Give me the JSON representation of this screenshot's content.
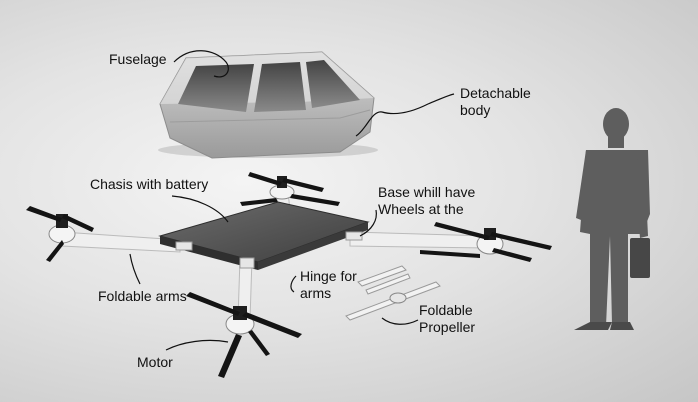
{
  "labels": {
    "fuselage": "Fuselage",
    "detachable_body_line1": "Detachable",
    "detachable_body_line2": "body",
    "chasis": "Chasis with battery",
    "base_line1": "Base whill have",
    "base_line2": "Wheels at the",
    "foldable_arms": "Foldable arms",
    "hinge_line1": "Hinge for",
    "hinge_line2": "arms",
    "foldable_propeller_line1": "Foldable",
    "foldable_propeller_line2": "Propeller",
    "motor": "Motor"
  },
  "colors": {
    "ink": "#111111",
    "plate": "#5a5a5a",
    "arm": "#eeeeee",
    "blade": "#141414",
    "silhouette": "#5e5e5e"
  }
}
